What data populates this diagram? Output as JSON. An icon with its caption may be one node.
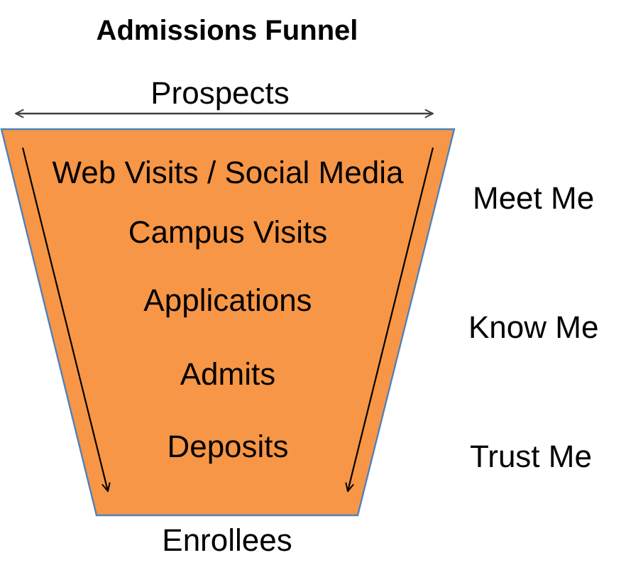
{
  "diagram": {
    "title": "Admissions Funnel",
    "nodes": [
      {
        "text": [
          "Web Visits / Social Media",
          "Campus Visits",
          "Applications",
          "Admits",
          "Deposits"
        ],
        "beside": [
          "Prospects",
          "Meet Me",
          "Know Me",
          "Trust Me",
          "Enrollees"
        ]
      }
    ]
  }
}
